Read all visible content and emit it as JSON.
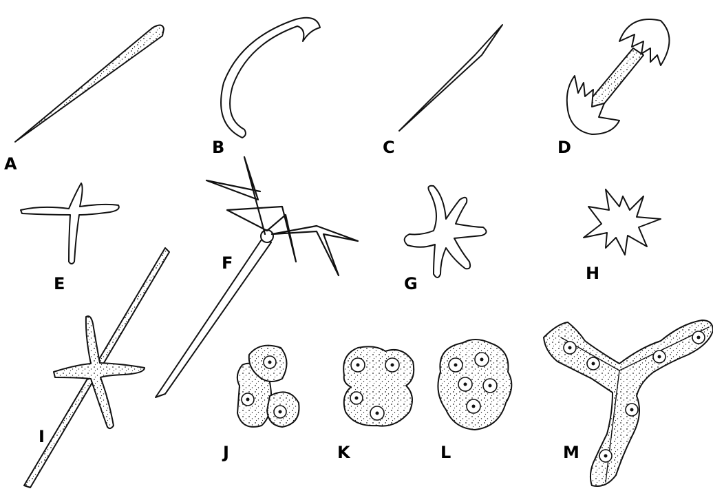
{
  "labels": {
    "A": "A",
    "B": "B",
    "C": "C",
    "D": "D",
    "E": "E",
    "F": "F",
    "G": "G",
    "H": "H",
    "I": "I",
    "J": "J",
    "K": "K",
    "L": "L",
    "M": "M"
  }
}
